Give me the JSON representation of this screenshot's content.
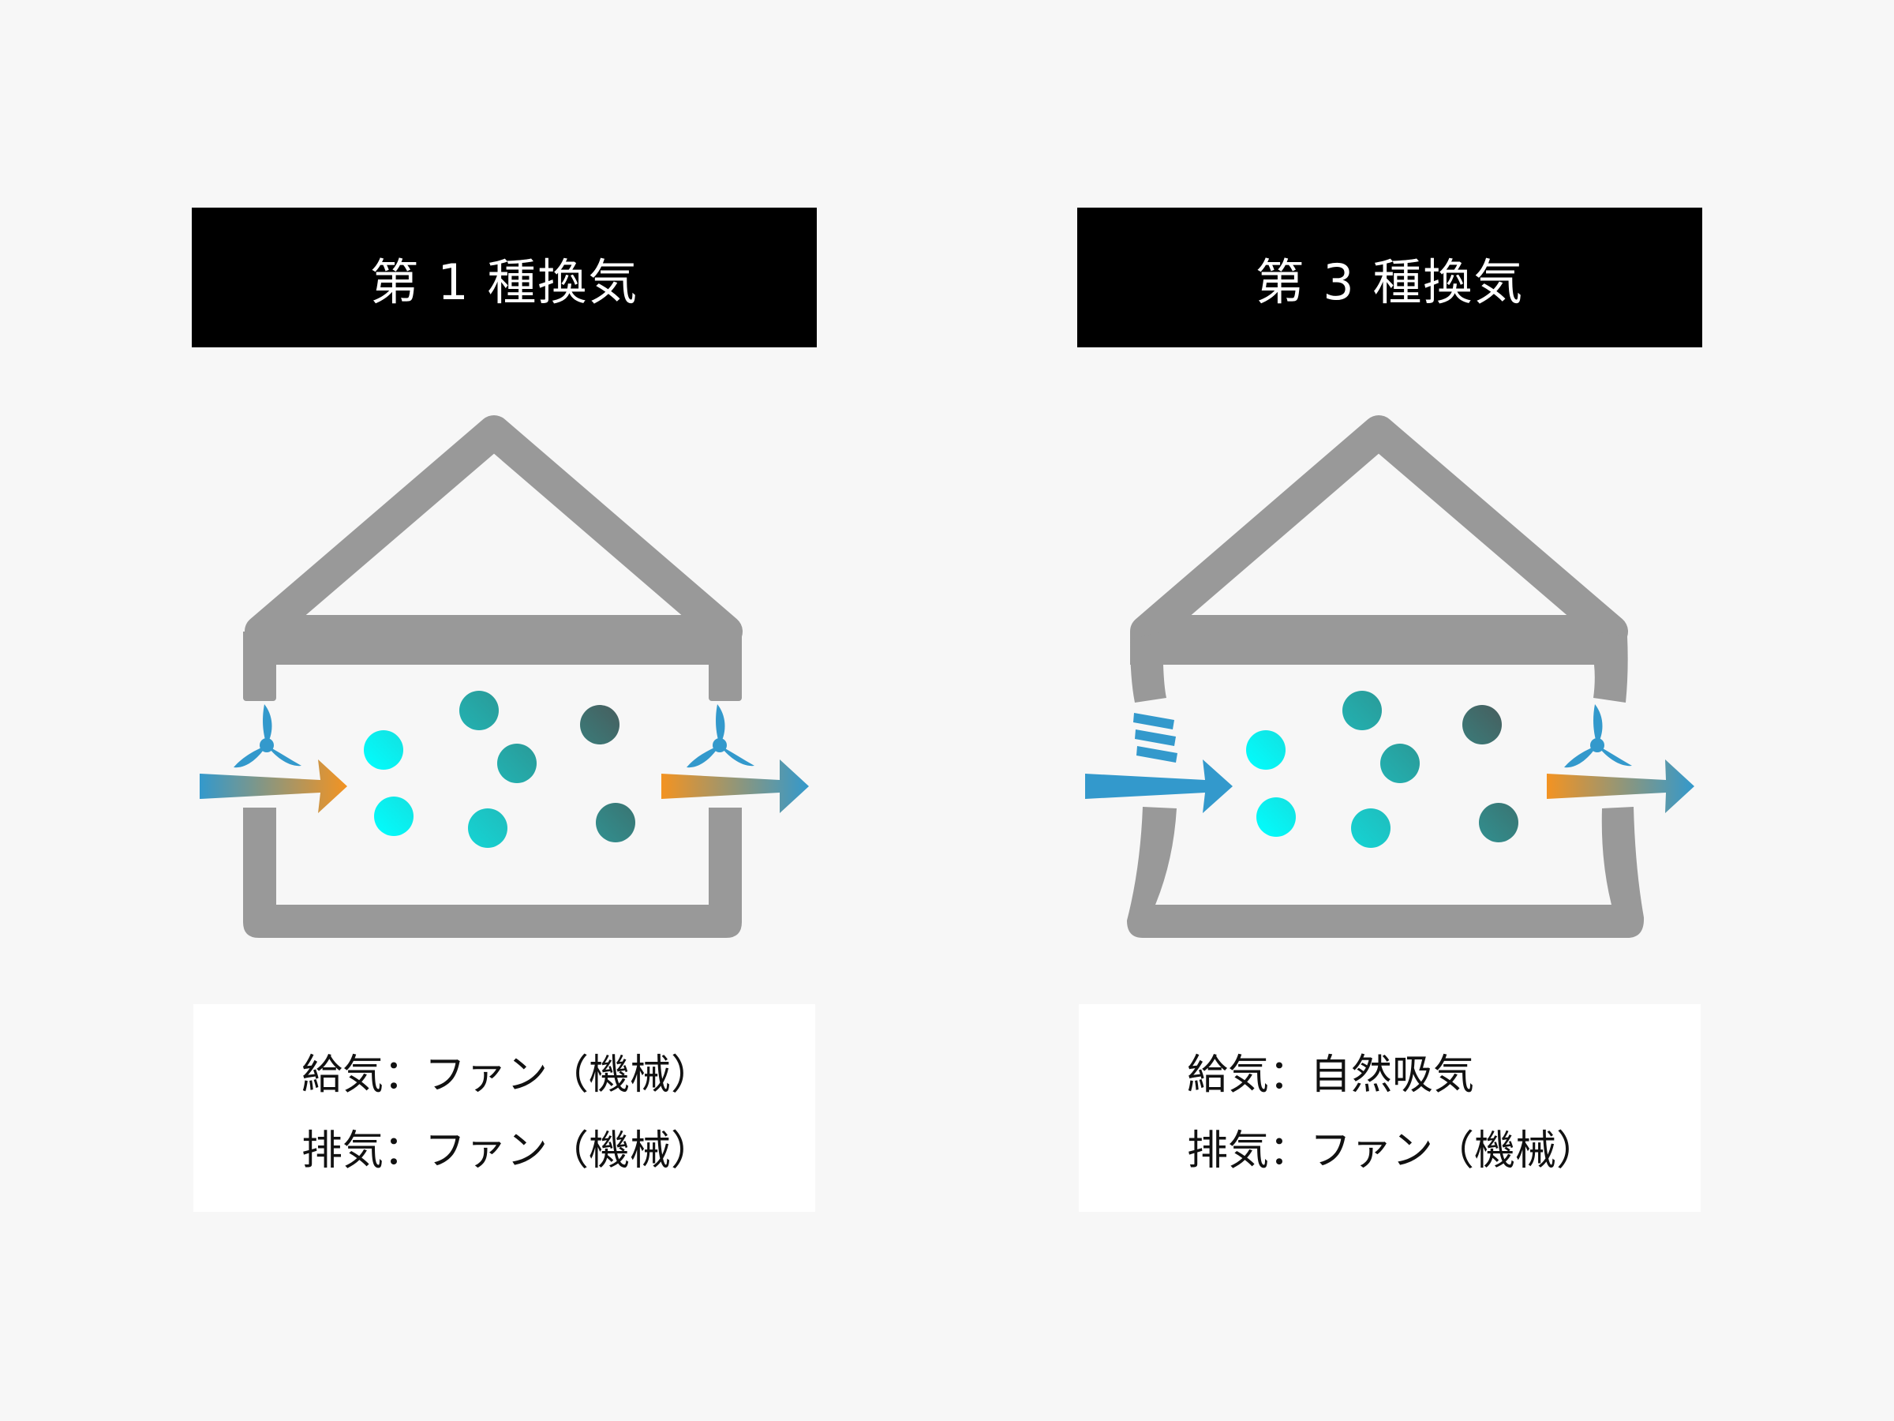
{
  "panels": [
    {
      "title": "第 1 種換気",
      "caption": {
        "supply": "給気：ファン（機械）",
        "exhaust": "排気：ファン（機械）"
      },
      "supply_method": "fan",
      "exhaust_method": "fan",
      "icons": [
        "fan-icon",
        "fan-icon"
      ]
    },
    {
      "title": "第 3 種換気",
      "caption": {
        "supply": "給気：自然吸気",
        "exhaust": "排気：ファン（機械）"
      },
      "supply_method": "natural-vent",
      "exhaust_method": "fan",
      "icons": [
        "vent-slats-icon",
        "fan-icon"
      ]
    }
  ],
  "colors": {
    "background": "#f7f7f7",
    "house_outline": "#999999",
    "title_bg": "#000000",
    "title_text": "#ffffff",
    "caption_bg": "#ffffff",
    "fresh_air_blue": "#3399cc",
    "stale_air_orange": "#f39322",
    "particle_cyan": "#00ffff",
    "particle_teal": "#26a69a",
    "particle_dark": "#455a5a"
  }
}
